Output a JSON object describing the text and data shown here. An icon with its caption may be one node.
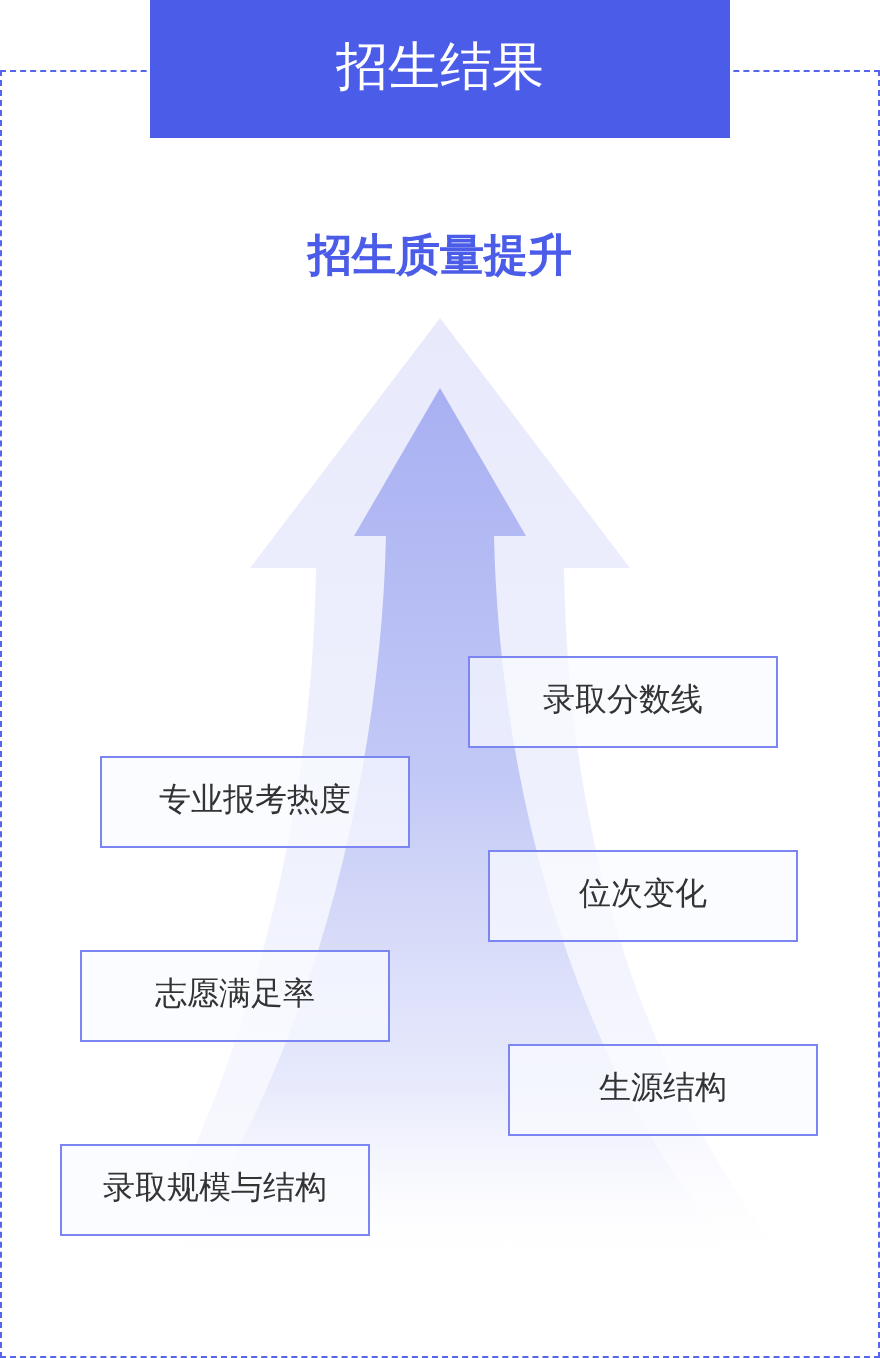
{
  "diagram": {
    "nodes": [
      {
        "text": [
          "招生结果"
        ]
      },
      {
        "text": [
          "招生质量提升"
        ]
      },
      {
        "text": [
          "录取分数线"
        ],
        "in": 1
      },
      {
        "text": [
          "专业报考热度"
        ],
        "in": 1
      },
      {
        "text": [
          "位次变化"
        ],
        "in": 1
      },
      {
        "text": [
          "志愿满足率"
        ],
        "in": 1
      },
      {
        "text": [
          "生源结构"
        ],
        "in": 1
      },
      {
        "text": [
          "录取规模与结构"
        ],
        "in": 1
      }
    ]
  }
}
